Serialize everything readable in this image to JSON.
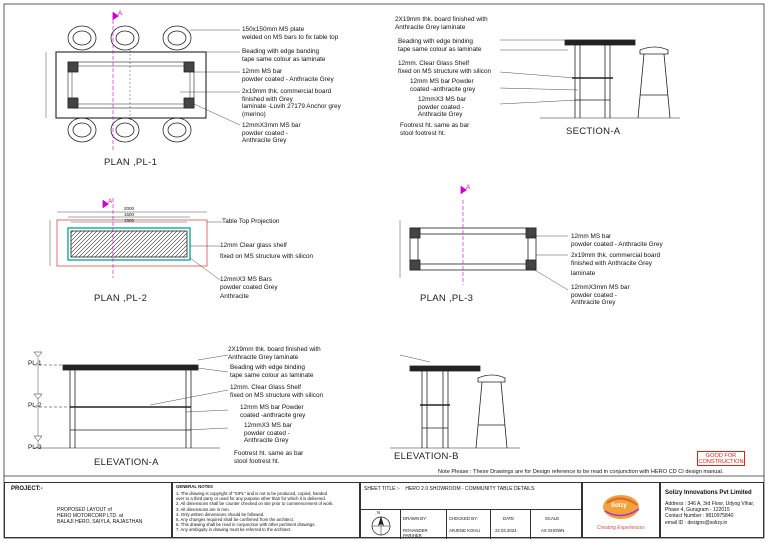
{
  "plan_pl1": {
    "title": "PLAN ,PL-1",
    "notes": [
      "150x150mm MS plate",
      "welded on MS bars to fix table top",
      "Beading with edge banding",
      "tape same colour as laminate",
      "12mm MS bar",
      "powder coated - Anthracite Grey",
      "2x19mm thk. commercial board",
      "finished with Grey",
      "laminate -Luvih 27179 Anchor grey",
      "(merino)",
      "12mmX3mm MS bar",
      "powder coated -",
      "Anthracite Grey"
    ]
  },
  "section_a": {
    "title": "SECTION-A",
    "notes": [
      "2X19mm thk. board finished with",
      "Anthracite Grey laminate",
      "Beading with edge binding",
      "tape same colour as laminate",
      "12mm. Clear Glass Shelf",
      "fixed on MS structure with silicon",
      "12mm MS bar Powder",
      "coated -anthracite grey",
      "12mmX3 MS bar",
      "powder coated -",
      "Anthracite Grey",
      "Footrest ht. same as bar",
      "stool footrest ht."
    ]
  },
  "plan_pl2": {
    "title": "PLAN ,PL-2",
    "dims": [
      "2000",
      "1600",
      "1500"
    ],
    "notes": [
      "Table Top Projection",
      "12mm Clear glass shelf",
      "fixed on MS structure with silicon",
      "12mmX3 MS Bars",
      "powder coated Grey",
      "Anthracite"
    ]
  },
  "plan_pl3": {
    "title": "PLAN ,PL-3",
    "notes": [
      "12mm MS bar",
      "powder coated - Anthracite Grey",
      "2x19mm thk. commercial board",
      "finished with Anthracite Grey",
      "laminate",
      "12mmX3mm MS bar",
      "powder coated -",
      "Anthracite Grey"
    ]
  },
  "elevation_a": {
    "title": "ELEVATION-A",
    "levels": [
      "PL-1",
      "PL-2",
      "PL-3"
    ],
    "notes": [
      "2X19mm thk. board finished with",
      "Anthracite Grey laminate",
      "Beading with edge binding",
      "tape same colour as laminate",
      "12mm. Clear Glass Shelf",
      "fixed on MS structure with silicon",
      "12mm MS bar Powder",
      "coated -anthracite grey",
      "12mmX3 MS bar",
      "powder coated -",
      "Anthracite Grey",
      "Footrest ht. same as bar",
      "stool footrest ht."
    ]
  },
  "elevation_b": {
    "title": "ELEVATION-B"
  },
  "section_marker": "A",
  "stamp": [
    "GOOD FOR",
    "CONSTRUCTION"
  ],
  "note_please": "Note Please : These Drawings are for Design reference to be read in conjunction with HERO CD CI design manual.",
  "title_block": {
    "project_label": "PROJECT:-",
    "project_lines": [
      "PROPOSED LAYOUT of",
      "HERO MOTORCORP LTD. at",
      "BALAJI HERO, SAIYLA, RAJASTHAN"
    ],
    "general_notes_label": "GENERAL NOTES",
    "general_notes": [
      "1. The drawing is copyright of \"SIPL\" and is not to be produced, copied, handed",
      "   over to a third party or used for any purpose other than for which it is delivered.",
      "2. All dimensions shall be counter checked on site prior to commencement of work.",
      "3. All dimensions are in mm.",
      "4. Only written dimensions should be followed.",
      "5. Any changes required shall be confirmed from the architect.",
      "6. This drawing shall be read in conjunction with other pertinent drawings.",
      "7. Any ambiguity in drawing must be referred to the architect."
    ],
    "sheet_title_label": "SHEET TITLE :-",
    "sheet_title": "HERO 2.0 SHOWROOM - COMMUNITY TABLE DETAILS",
    "drawn_by_label": "DRAWN BY:",
    "drawn_by": "ROHANDER PARIHER",
    "checked_by_label": "CHECKED BY:",
    "checked_by": "ARJENE KOHLI",
    "date_label": "DATE",
    "date": "22.03.2024",
    "scale_label": "SCALE",
    "scale": "AS SHOWN",
    "north_label": "N",
    "logo_text": "SoIzy",
    "logo_tagline": "Creating Experiences",
    "company_name": "Solizy Innovations Pvt Limited",
    "company_lines": [
      "Address : 346 A, 3rd Floor, Udyog Vihar,",
      "Phase 4, Gurugram - 122015",
      "Contact Number : 9810975840",
      "email ID : designs@solizy.in"
    ]
  }
}
